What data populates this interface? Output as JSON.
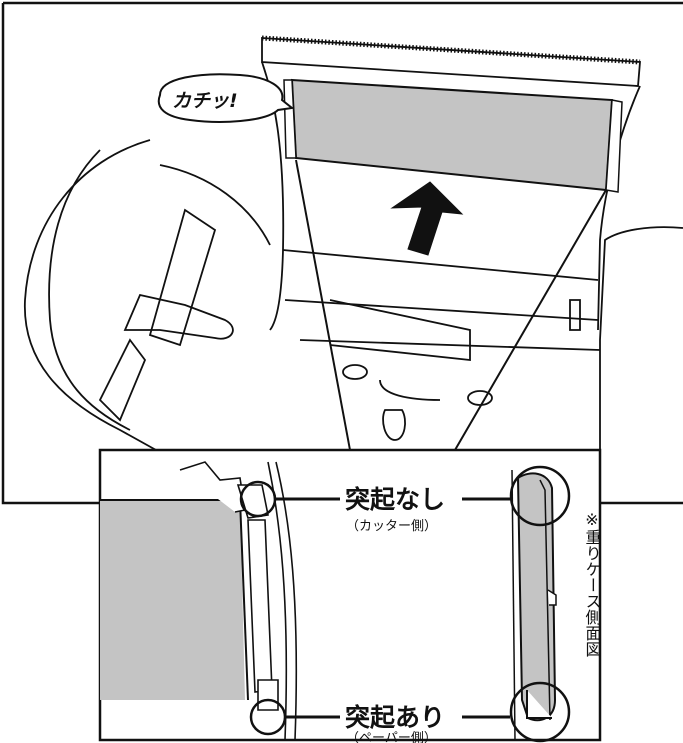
{
  "callout": {
    "sound": "カチッ!"
  },
  "labels": {
    "top_title": "突起なし",
    "top_sub": "（カッター側）",
    "bottom_title": "突起あり",
    "bottom_sub": "（ペーパー側）"
  },
  "side_note": "※重りケース側面図",
  "colors": {
    "line": "#1a1a1a",
    "gray_fill": "#c4c4c4",
    "paper": "#ffffff"
  },
  "icons": {
    "arrow": "up-arrow-icon"
  }
}
